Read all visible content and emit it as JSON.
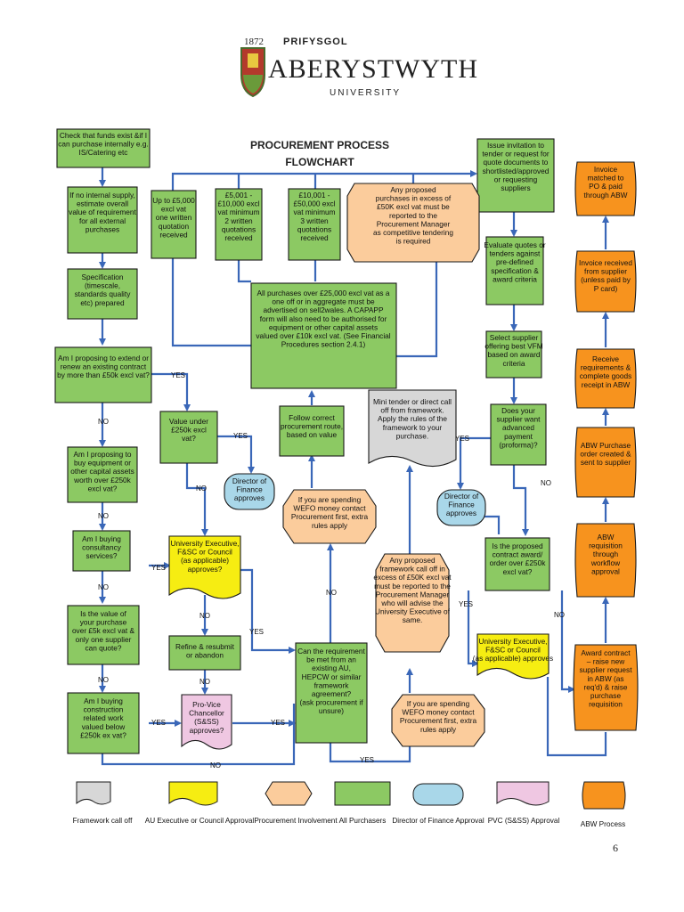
{
  "logo": {
    "year": "1872",
    "prifysgol": "PRIFYSGOL",
    "name": "ABERYSTWYTH",
    "university": "UNIVERSITY"
  },
  "title": [
    "PROCUREMENT PROCESS",
    "FLOWCHART"
  ],
  "colors": {
    "all_purchasers": "#8cc963",
    "au_executive": "#f6ed12",
    "procurement": "#fbcc9c",
    "framework": "#d7d7d7",
    "director_finance": "#a9d7e9",
    "pvc": "#efc7e2",
    "abw": "#f7931e",
    "connector": "#3a67b8"
  },
  "boxes": {
    "check_funds": [
      "Check that funds exist &if I",
      "can purchase internally e.g.",
      "IS/Catering etc"
    ],
    "no_internal": [
      "If no internal supply,",
      "estimate overall",
      "value of requirement",
      "for all external",
      "purchases"
    ],
    "up_to_5000": [
      "Up to £5,000",
      "excl vat",
      "one written",
      "quotation",
      "received"
    ],
    "q_5001": [
      "£5,001 -",
      "£10,000 excl",
      "vat minimum",
      "2 written",
      "quotations",
      "received"
    ],
    "q_10001": [
      "£10,001 -",
      "£50,000 excl",
      "vat minimum",
      "3 written",
      "quotations",
      "received"
    ],
    "over_50k_proc": [
      "Any proposed",
      "purchases in excess of",
      "£50K excl vat must be",
      "reported to the",
      "Procurement Manager",
      "as competitive tendering",
      "is required"
    ],
    "issue_invitation": [
      "Issue invitation to",
      "tender or request for",
      "quote documents to",
      "shortlisted/approved",
      "or requesting",
      "suppliers"
    ],
    "invoice_matched": [
      "Invoice",
      "matched to",
      "PO & paid",
      "through ABW"
    ],
    "specification": [
      "Specification",
      "(timescale,",
      "standards quality",
      "etc) prepared"
    ],
    "over_25000": [
      "All purchases over £25,000 excl vat as a",
      "one off or in aggregate must be",
      "advertised on sell2wales.  A CAPAPP",
      "form will also need to be authorised for",
      "equipment or other capital assets",
      "valued over £10k excl vat. (See Financial",
      "Procedures section 2.4.1)"
    ],
    "evaluate_quotes": [
      "Evaluate quotes or",
      "tenders against",
      "pre-defined",
      "specification &",
      "award criteria"
    ],
    "invoice_received": [
      "Invoice received",
      "from supplier",
      "(unless paid by",
      "P card)"
    ],
    "extend_contract": [
      "Am I proposing to extend or",
      "renew an existing contract",
      "by more than £50k excl vat?"
    ],
    "select_supplier": [
      "Select supplier",
      "offering best VFM",
      "based on award",
      "criteria"
    ],
    "receive_req": [
      "Receive",
      "requirements &",
      "complete goods",
      "receipt in ABW"
    ],
    "value_under_250k": [
      "Value under",
      "£250k excl",
      "vat?"
    ],
    "follow_route": [
      "Follow correct",
      "procurement route,",
      "based on value"
    ],
    "mini_tender": [
      "Mini tender or direct call",
      "off from framework.",
      "Apply the rules of the",
      "framework to your",
      "purchase."
    ],
    "advanced_payment": [
      "Does your",
      "supplier want",
      "advanced",
      "payment",
      "(proforma)?"
    ],
    "abw_po": [
      "ABW Purchase",
      "order created &",
      "sent to supplier"
    ],
    "capital_assets": [
      "Am I proposing to",
      "buy equipment or",
      "other capital assets",
      "worth over £250k",
      "excl vat?"
    ],
    "dof_1": [
      "Director of",
      "Finance",
      "approves"
    ],
    "wefo_1": [
      "If you are spending",
      "WEFO money contact",
      "Procurement first, extra",
      "rules apply"
    ],
    "dof_2": [
      "Director of",
      "Finance",
      "approves"
    ],
    "consultancy": [
      "Am I buying",
      "consultancy",
      "services?"
    ],
    "uni_exec_1": [
      "University Executive,",
      "F&SC or Council",
      "(as applicable)",
      "approves?"
    ],
    "framework_over_50k": [
      "Any proposed",
      "framework call off in",
      "excess of £50K excl vat",
      "must be reported to the",
      "Procurement Manager",
      "who will advise the",
      "University Executive of",
      "same."
    ],
    "contract_over_250k": [
      "Is the proposed",
      "contract award/",
      "order over £250k",
      "excl vat?"
    ],
    "abw_requisition": [
      "ABW",
      "requisition",
      "through",
      "workflow",
      "approval"
    ],
    "over_5k_one_supplier": [
      "Is the value of",
      "your purchase",
      "over £5k excl vat &",
      "only one supplier",
      "can quote?"
    ],
    "refine": [
      "Refine & resubmit",
      "or abandon"
    ],
    "existing_au": [
      "Can the requirement",
      "be met from an",
      "existing AU,",
      "HEPCW or similar",
      "framework",
      "agreement?",
      "(ask procurement if",
      "unsure)"
    ],
    "uni_exec_2": [
      "University Executive,",
      "F&SC or Council",
      "(as applicable) approves"
    ],
    "award_contract": [
      "Award contract",
      "– raise new",
      "supplier request",
      "in ABW (as",
      "req'd) & raise",
      "purchase",
      "requisition"
    ],
    "construction": [
      "Am I buying",
      "construction",
      "related work",
      "valued below",
      "£250k ex vat?"
    ],
    "pvc_approves": [
      "Pro-Vice",
      "Chancellor",
      "(S&SS)",
      "approves?"
    ],
    "wefo_2": [
      "If you are spending",
      "WEFO money contact",
      "Procurement first, extra",
      "rules apply"
    ]
  },
  "labels": {
    "yes": "YES",
    "no": "NO"
  },
  "legend": [
    "Framework call off",
    "AU Executive or Council Approval",
    "Procurement Involvement",
    "All Purchasers",
    "Director of Finance Approval",
    "PVC (S&SS) Approval",
    "ABW Process"
  ],
  "page_number": "6"
}
